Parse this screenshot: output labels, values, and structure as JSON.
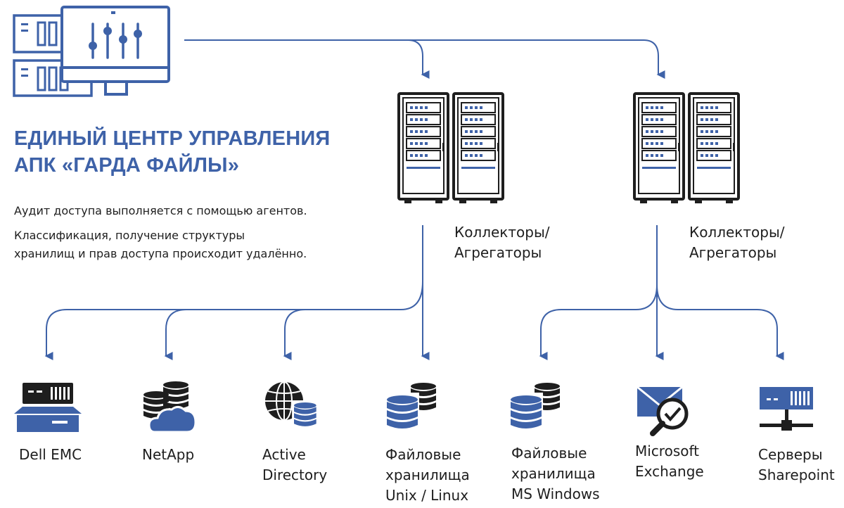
{
  "title": {
    "line1": "ЕДИНЫЙ ЦЕНТР УПРАВЛЕНИЯ",
    "line2": "АПК «ГАРДА ФАЙЛЫ»"
  },
  "description": {
    "para1": "Аудит доступа выполняется с помощью агентов.",
    "para2_line1": "Классификация, получение структуры",
    "para2_line2": "хранилищ и прав доступа происходит удалённо."
  },
  "collectors": [
    {
      "line1": "Коллекторы/",
      "line2": "Агрегаторы"
    },
    {
      "line1": "Коллекторы/",
      "line2": "Агрегаторы"
    }
  ],
  "nodes": [
    {
      "lines": [
        "Dell EMC"
      ],
      "icon": "storage-array-icon"
    },
    {
      "lines": [
        "NetApp"
      ],
      "icon": "database-cloud-icon"
    },
    {
      "lines": [
        "Active",
        "Directory"
      ],
      "icon": "globe-database-icon"
    },
    {
      "lines": [
        "Файловые",
        "хранилища",
        "Unix / Linux"
      ],
      "icon": "database-stack-icon"
    },
    {
      "lines": [
        "Файловые",
        "хранилища",
        "MS Windows"
      ],
      "icon": "database-stack-icon"
    },
    {
      "lines": [
        "Microsoft",
        "Exchange"
      ],
      "icon": "mail-search-icon"
    },
    {
      "lines": [
        "Серверы",
        "Sharepoint"
      ],
      "icon": "network-server-icon"
    }
  ],
  "colors": {
    "accent": "#3e62a8",
    "dark": "#1e1e1e",
    "line": "#3e62a8"
  }
}
